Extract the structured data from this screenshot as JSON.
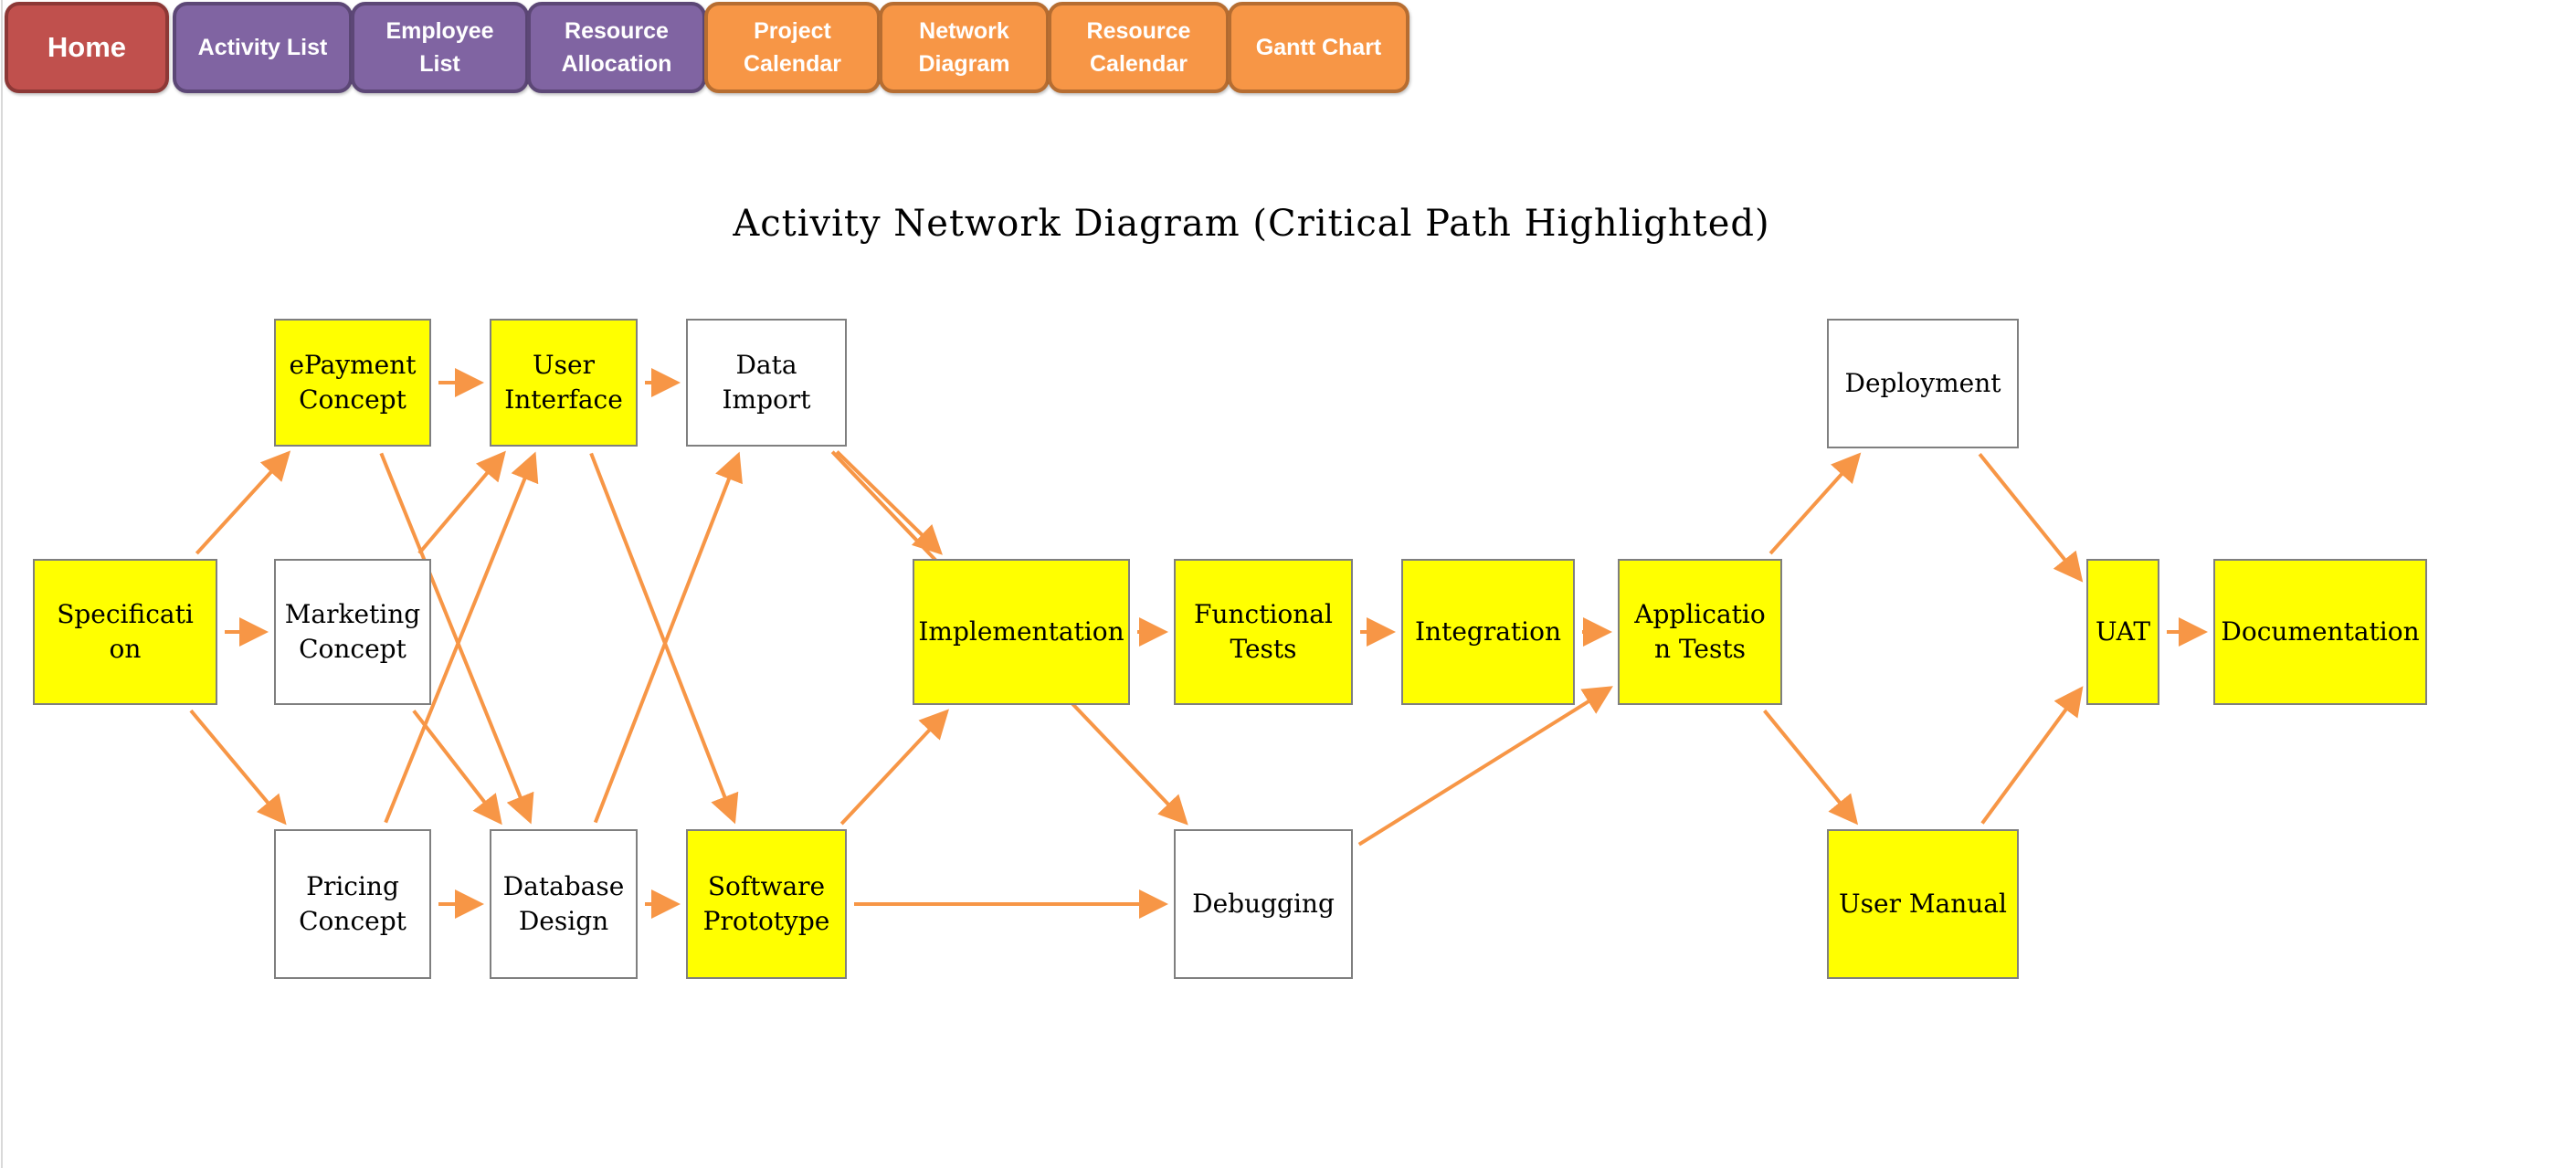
{
  "nav": {
    "buttons": [
      {
        "label": "Home",
        "color": "red"
      },
      {
        "label": "Activity List",
        "color": "purple"
      },
      {
        "label": "Employee\nList",
        "color": "purple"
      },
      {
        "label": "Resource\nAllocation",
        "color": "purple"
      },
      {
        "label": "Project\nCalendar",
        "color": "orange"
      },
      {
        "label": "Network\nDiagram",
        "color": "orange"
      },
      {
        "label": "Resource\nCalendar",
        "color": "orange"
      },
      {
        "label": "Gantt Chart",
        "color": "orange"
      }
    ]
  },
  "diagram": {
    "title": "Activity Network Diagram (Critical Path Highlighted)",
    "critical_color": "#ffff00",
    "arrow_color": "#f79646",
    "nodes": [
      {
        "id": "spec",
        "label": "Specificati\non",
        "critical": true
      },
      {
        "id": "epay",
        "label": "ePayment\nConcept",
        "critical": true
      },
      {
        "id": "mkt",
        "label": "Marketing\nConcept",
        "critical": false
      },
      {
        "id": "price",
        "label": "Pricing\nConcept",
        "critical": false
      },
      {
        "id": "ui",
        "label": "User\nInterface",
        "critical": true
      },
      {
        "id": "db",
        "label": "Database\nDesign",
        "critical": false
      },
      {
        "id": "import",
        "label": "Data\nImport",
        "critical": false
      },
      {
        "id": "proto",
        "label": "Software\nPrototype",
        "critical": true
      },
      {
        "id": "impl",
        "label": "Implementation",
        "critical": true
      },
      {
        "id": "func",
        "label": "Functional\nTests",
        "critical": true
      },
      {
        "id": "integ",
        "label": "Integration",
        "critical": true
      },
      {
        "id": "app",
        "label": "Applicatio\nn Tests",
        "critical": true
      },
      {
        "id": "debug",
        "label": "Debugging",
        "critical": false
      },
      {
        "id": "deploy",
        "label": "Deployment",
        "critical": false
      },
      {
        "id": "manual",
        "label": "User Manual",
        "critical": true
      },
      {
        "id": "uat",
        "label": "UAT",
        "critical": true
      },
      {
        "id": "doc",
        "label": "Documentation",
        "critical": true
      }
    ],
    "edges": [
      [
        "spec",
        "epay"
      ],
      [
        "spec",
        "mkt"
      ],
      [
        "spec",
        "price"
      ],
      [
        "epay",
        "ui"
      ],
      [
        "epay",
        "db"
      ],
      [
        "mkt",
        "ui"
      ],
      [
        "mkt",
        "db"
      ],
      [
        "price",
        "ui"
      ],
      [
        "price",
        "db"
      ],
      [
        "ui",
        "import"
      ],
      [
        "ui",
        "proto"
      ],
      [
        "db",
        "import"
      ],
      [
        "db",
        "proto"
      ],
      [
        "import",
        "impl"
      ],
      [
        "import",
        "debug"
      ],
      [
        "proto",
        "impl"
      ],
      [
        "proto",
        "debug"
      ],
      [
        "impl",
        "func"
      ],
      [
        "func",
        "integ"
      ],
      [
        "integ",
        "app"
      ],
      [
        "debug",
        "app"
      ],
      [
        "app",
        "deploy"
      ],
      [
        "app",
        "manual"
      ],
      [
        "deploy",
        "uat"
      ],
      [
        "manual",
        "uat"
      ],
      [
        "uat",
        "doc"
      ]
    ]
  }
}
